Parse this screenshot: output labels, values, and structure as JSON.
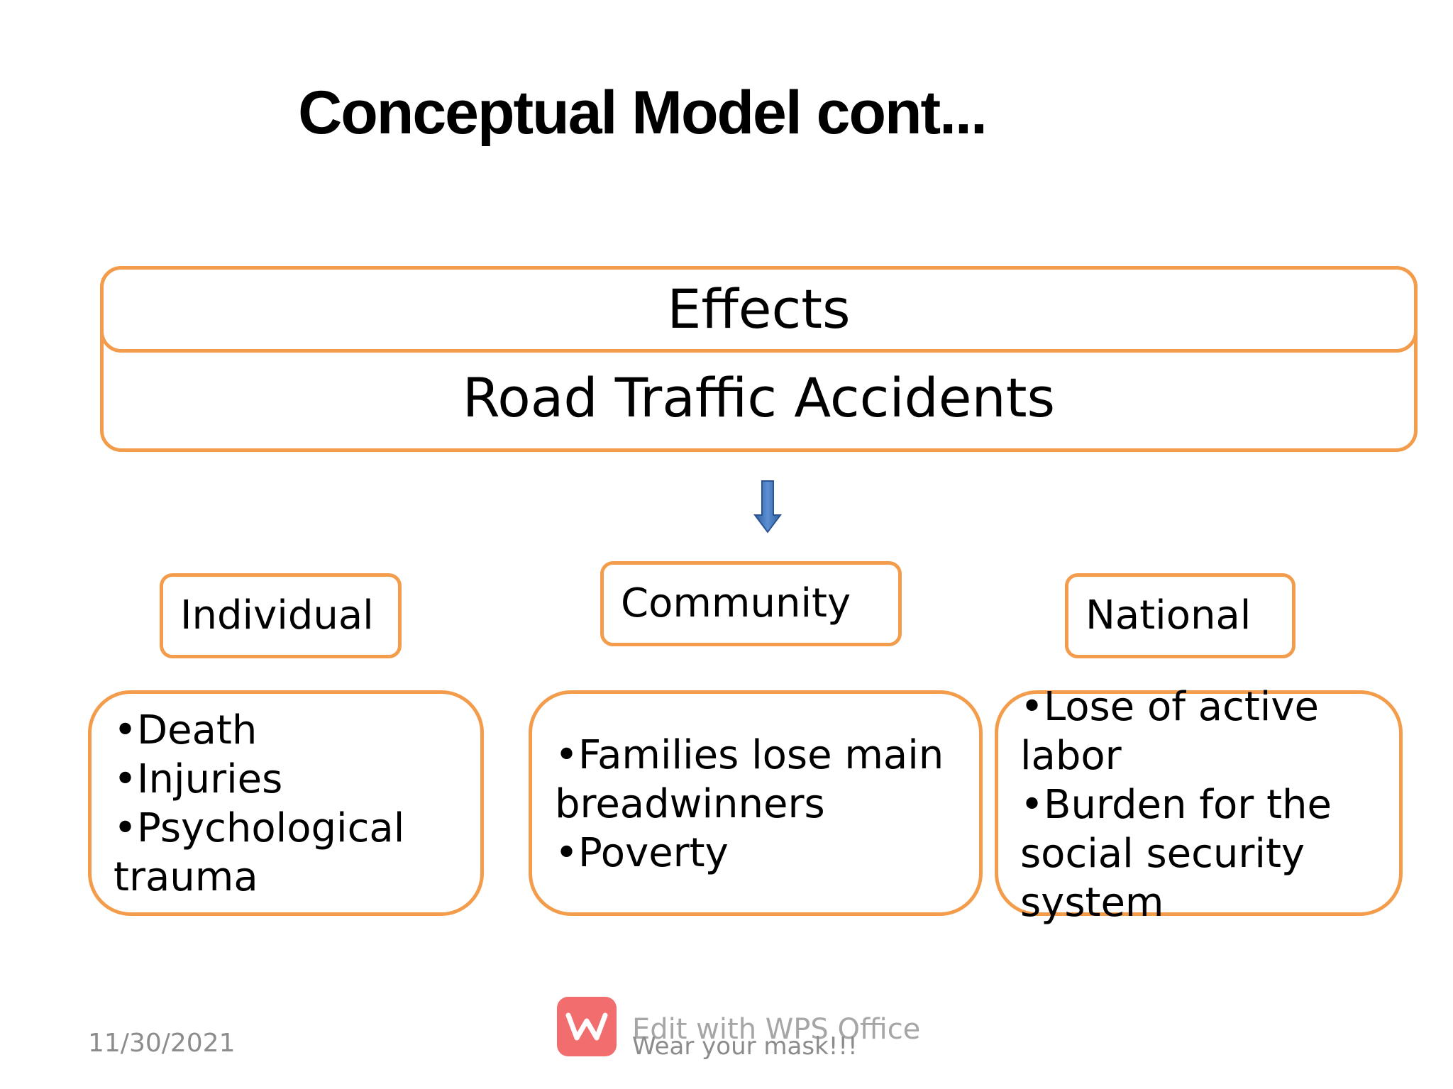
{
  "title": "Conceptual Model cont...",
  "header": {
    "effects": "Effects",
    "subject": "Road Traffic Accidents"
  },
  "categories": [
    {
      "label": "Individual",
      "items": [
        "•Death",
        "•Injuries",
        "•Psychological",
        "trauma"
      ]
    },
    {
      "label": "Community",
      "items": [
        "•Families lose main",
        "breadwinners",
        "•Poverty"
      ]
    },
    {
      "label": "National",
      "items": [
        "•Lose of active",
        "labor",
        "•Burden for the",
        "social security",
        "system"
      ]
    }
  ],
  "footer": {
    "date": "11/30/2021",
    "watermark": "Edit with WPS Office",
    "note": "Wear your mask!!!"
  },
  "colors": {
    "box_border": "#f29c4c",
    "arrow": "#4a79b7",
    "wps_logo": "#f26d6d"
  },
  "icons": {
    "arrow": "down-arrow-icon",
    "watermark_logo": "wps-logo-icon"
  }
}
